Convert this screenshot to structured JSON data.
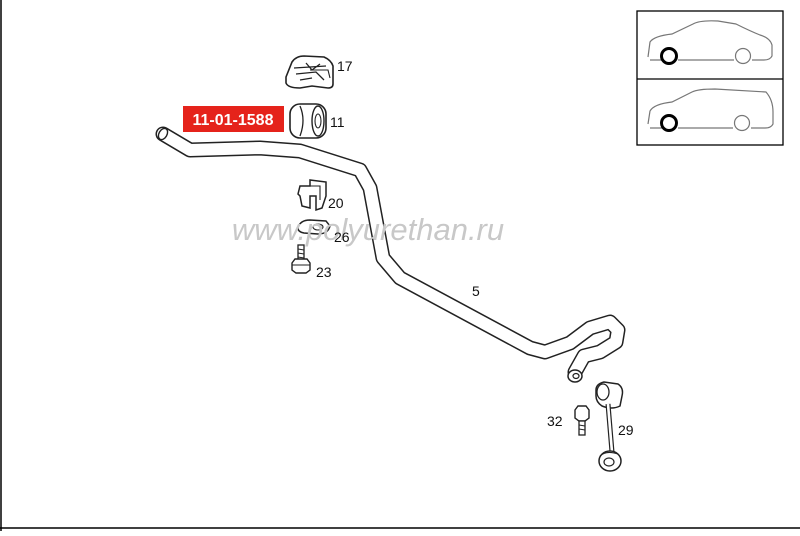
{
  "diagram": {
    "part_highlight": {
      "code": "11-01-1588",
      "color": "#e5231b"
    },
    "watermark": "www.polyurethan.ru",
    "callouts": {
      "c17": "17",
      "c11": "11",
      "c20": "20",
      "c26": "26",
      "c23": "23",
      "c5": "5",
      "c32": "32",
      "c29": "29"
    },
    "vehicle_icons": [
      "sedan-front-axle-icon",
      "wagon-front-axle-icon"
    ]
  }
}
